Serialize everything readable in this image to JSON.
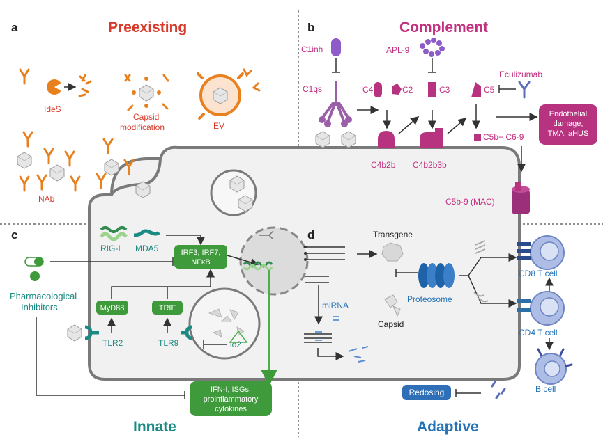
{
  "quadrants": {
    "a": {
      "letter": "a",
      "title": "Preexisting",
      "labels": {
        "ides": "IdeS",
        "capsid1": "Capsid",
        "capsid2": "modification",
        "ev": "EV",
        "nab": "NAb"
      }
    },
    "b": {
      "letter": "b",
      "title": "Complement",
      "labels": {
        "c1inh": "C1inh",
        "apl9": "APL-9",
        "c1qs": "C1qs",
        "c4": "C4",
        "c2": "C2",
        "c3": "C3",
        "c5": "C5",
        "eculizumab": "Eculizumab",
        "c4b2b": "C4b2b",
        "c4b2b3b": "C4b2b3b",
        "c5b": "C5b+ C6-9",
        "mac": "C5b-9 (MAC)",
        "endo1": "Endothelial",
        "endo2": "damage,",
        "endo3": "TMA, aHUS"
      }
    },
    "c": {
      "letter": "c",
      "title": "Innate",
      "labels": {
        "rigi": "RIG-I",
        "mda5": "MDA5",
        "irf1": "IRF3, IRF7,",
        "irf2": "NFκB",
        "pharm1": "Pharmacological",
        "pharm2": "Inhibitors",
        "myd88": "MyD88",
        "trif": "TRIF",
        "tlr2": "TLR2",
        "tlr9": "TLR9",
        "io2": "io2",
        "ifn1": "IFN-I, ISGs,",
        "ifn2": "proinflammatory",
        "ifn3": "cytokines"
      }
    },
    "d": {
      "letter": "d",
      "title": "Adaptive",
      "labels": {
        "transgene": "Transgene",
        "mirna": "miRNA",
        "proteosome": "Proteosome",
        "capsid": "Capsid",
        "cd8": "CD8 T cell",
        "cd4": "CD4 T cell",
        "bcell": "B cell",
        "redosing": "Redosing"
      }
    }
  },
  "colors": {
    "preexisting": "#d83a2b",
    "complement": "#c2307f",
    "innate": "#1a8a82",
    "adaptive": "#2673b8",
    "antibody": "#e8801e",
    "green_box": "#3f9a3c",
    "magenta": "#b8337f",
    "cell_outline": "#777777",
    "tcell": "#8aa2d8"
  }
}
